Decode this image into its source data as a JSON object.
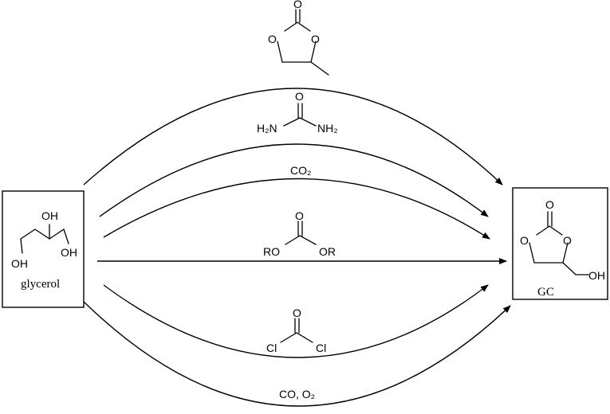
{
  "start": {
    "label": "glycerol",
    "groups": [
      "OH",
      "OH",
      "OH"
    ]
  },
  "product": {
    "label": "GC",
    "atoms": [
      "O",
      "O",
      "O",
      "OH"
    ]
  },
  "reagents": {
    "propylene_carbonate": {
      "atoms": [
        "O",
        "O",
        "O"
      ]
    },
    "urea": {
      "atoms": [
        "O",
        "H2N",
        "NH2"
      ]
    },
    "co2": {
      "text": "CO2"
    },
    "dialkyl_carbonate": {
      "atoms": [
        "O",
        "RO",
        "OR"
      ]
    },
    "phosgene": {
      "atoms": [
        "O",
        "Cl",
        "Cl"
      ]
    },
    "co_o2": {
      "text": "CO, O2"
    }
  }
}
